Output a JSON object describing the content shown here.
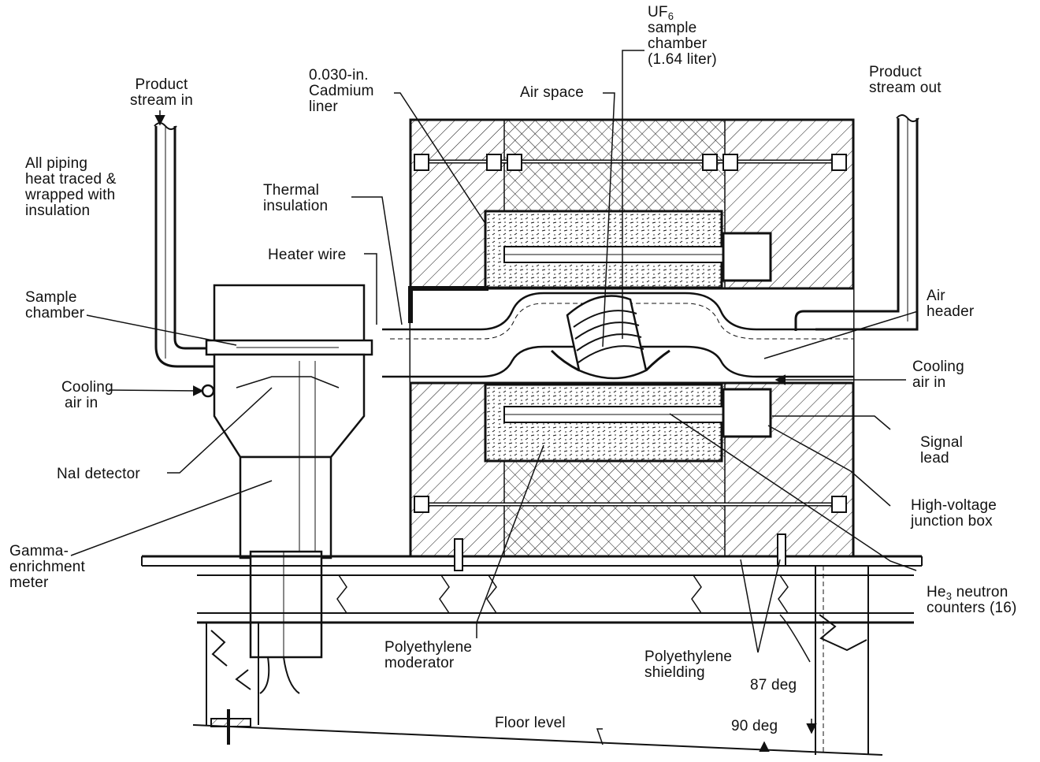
{
  "labels": {
    "product_in_1": "Product",
    "product_in_2": "stream in",
    "piping_1": "All piping",
    "piping_2": "heat traced &",
    "piping_3": "wrapped with",
    "piping_4": "insulation",
    "sample_1": "Sample",
    "sample_2": "chamber",
    "cooling_left_1": "Cooling",
    "cooling_left_2": "air in",
    "nai": "NaI detector",
    "gamma_1": "Gamma-",
    "gamma_2": "enrichment",
    "gamma_3": "meter",
    "cadmium_1": "0.030-in.",
    "cadmium_2": "Cadmium",
    "cadmium_3": "liner",
    "thermal_1": "Thermal",
    "thermal_2": "insulation",
    "heater": "Heater wire",
    "air_space": "Air space",
    "uf6_base": "UF",
    "uf6_sub": "6",
    "uf6_2": "sample",
    "uf6_3": "chamber",
    "uf6_4": "(1.64 liter)",
    "product_out_1": "Product",
    "product_out_2": "stream out",
    "air_header_1": "Air",
    "air_header_2": "header",
    "cooling_right_1": "Cooling",
    "cooling_right_2": "air in",
    "signal_1": "Signal",
    "signal_2": "lead",
    "hv_1": "High-voltage",
    "hv_2": "junction box",
    "he3_base": "He",
    "he3_sub": "3",
    "he3_rest": " neutron",
    "he3_2": "counters (16)",
    "moderator_1": "Polyethylene",
    "moderator_2": "moderator",
    "shielding_1": "Polyethylene",
    "shielding_2": "shielding",
    "angle_87": "87 deg",
    "angle_90": "90 deg",
    "floor": "Floor level"
  },
  "colors": {
    "ink": "#111111",
    "paper": "#ffffff"
  }
}
